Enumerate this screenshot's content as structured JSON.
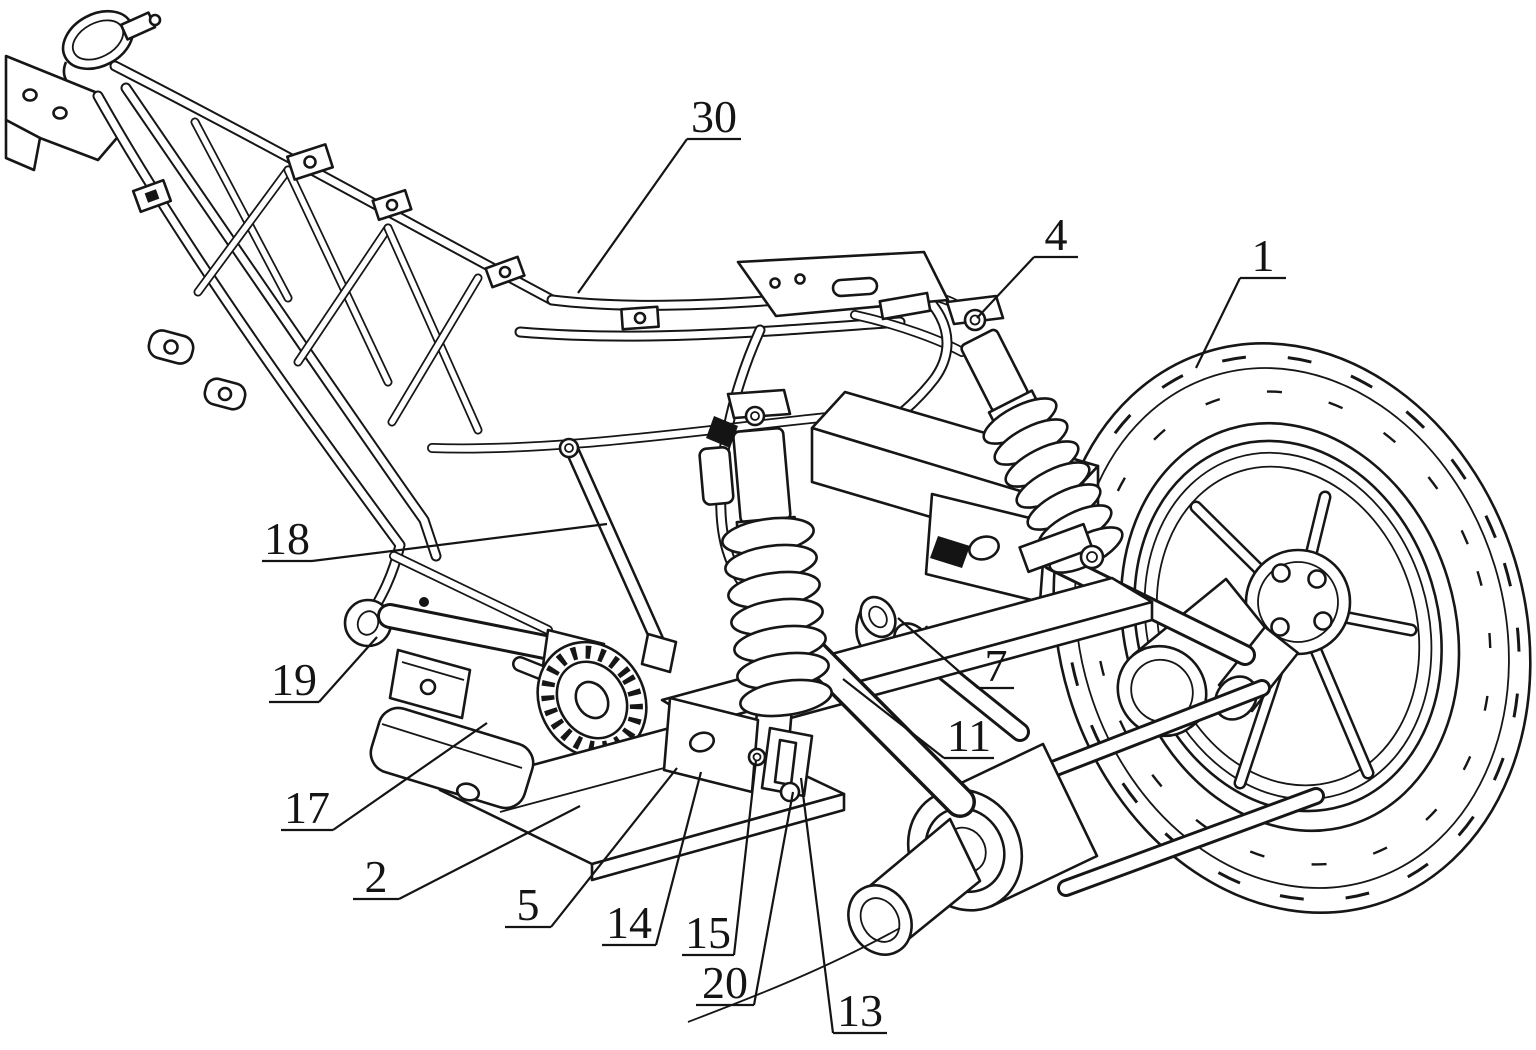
{
  "figure": {
    "background_color": "#ffffff",
    "line_color": "#141414"
  },
  "reference_labels": [
    {
      "text": "30",
      "underline": [
        687,
        139,
        741,
        139
      ],
      "leader": [
        [
          687,
          139
        ],
        [
          578,
          293
        ]
      ]
    },
    {
      "text": "4",
      "underline": [
        1034,
        257,
        1078,
        257
      ],
      "leader": [
        [
          1034,
          257
        ],
        [
          977,
          318
        ]
      ]
    },
    {
      "text": "1",
      "underline": [
        1240,
        278,
        1286,
        278
      ],
      "leader": [
        [
          1240,
          278
        ],
        [
          1196,
          368
        ]
      ]
    },
    {
      "text": "18",
      "underline": [
        262,
        561,
        312,
        561
      ],
      "leader": [
        [
          312,
          561
        ],
        [
          607,
          524
        ]
      ]
    },
    {
      "text": "19",
      "underline": [
        269,
        702,
        319,
        702
      ],
      "leader": [
        [
          319,
          702
        ],
        [
          377,
          637
        ]
      ]
    },
    {
      "text": "17",
      "underline": [
        281,
        830,
        333,
        830
      ],
      "leader": [
        [
          333,
          830
        ],
        [
          487,
          723
        ]
      ]
    },
    {
      "text": "2",
      "underline": [
        353,
        899,
        399,
        899
      ],
      "leader": [
        [
          399,
          899
        ],
        [
          580,
          806
        ]
      ]
    },
    {
      "text": "5",
      "underline": [
        505,
        927,
        551,
        927
      ],
      "leader": [
        [
          551,
          927
        ],
        [
          677,
          768
        ]
      ]
    },
    {
      "text": "14",
      "underline": [
        602,
        945,
        656,
        945
      ],
      "leader": [
        [
          656,
          945
        ],
        [
          701,
          772
        ]
      ]
    },
    {
      "text": "15",
      "underline": [
        682,
        955,
        734,
        955
      ],
      "leader": [
        [
          734,
          955
        ],
        [
          756,
          760
        ]
      ]
    },
    {
      "text": "20",
      "underline": [
        696,
        1005,
        754,
        1005
      ],
      "leader": [
        [
          754,
          1005
        ],
        [
          793,
          792
        ]
      ]
    },
    {
      "text": "13",
      "underline": [
        833,
        1033,
        887,
        1033
      ],
      "leader": [
        [
          833,
          1033
        ],
        [
          801,
          778
        ]
      ]
    },
    {
      "text": "7",
      "underline": [
        978,
        688,
        1014,
        688
      ],
      "leader": [
        [
          978,
          688
        ],
        [
          898,
          618
        ]
      ]
    },
    {
      "text": "11",
      "underline": [
        944,
        758,
        994,
        758
      ],
      "leader": [
        [
          944,
          758
        ],
        [
          843,
          679
        ]
      ]
    }
  ]
}
